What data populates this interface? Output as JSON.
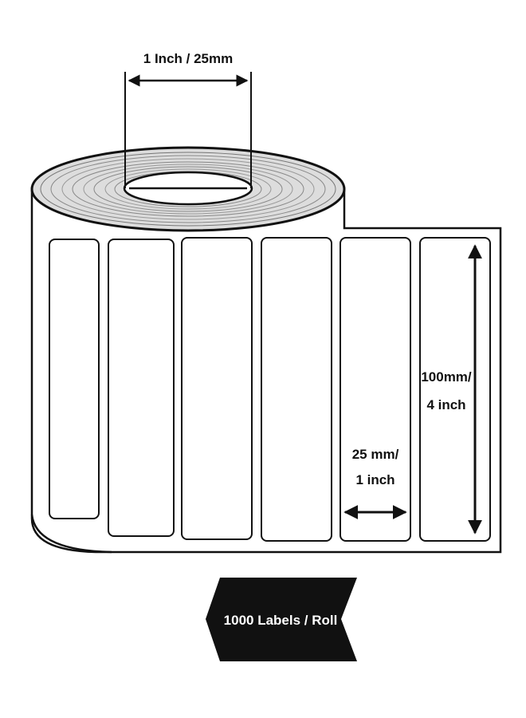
{
  "dimensions": {
    "core_width_label": "1 Inch / 25mm",
    "label_height_line1": "100mm/",
    "label_height_line2": "4 inch",
    "label_width_line1": "25 mm/",
    "label_width_line2": "1 inch"
  },
  "banner": {
    "text": "1000 Labels / Roll"
  },
  "colors": {
    "ink": "#111111",
    "paper": "#ffffff"
  }
}
